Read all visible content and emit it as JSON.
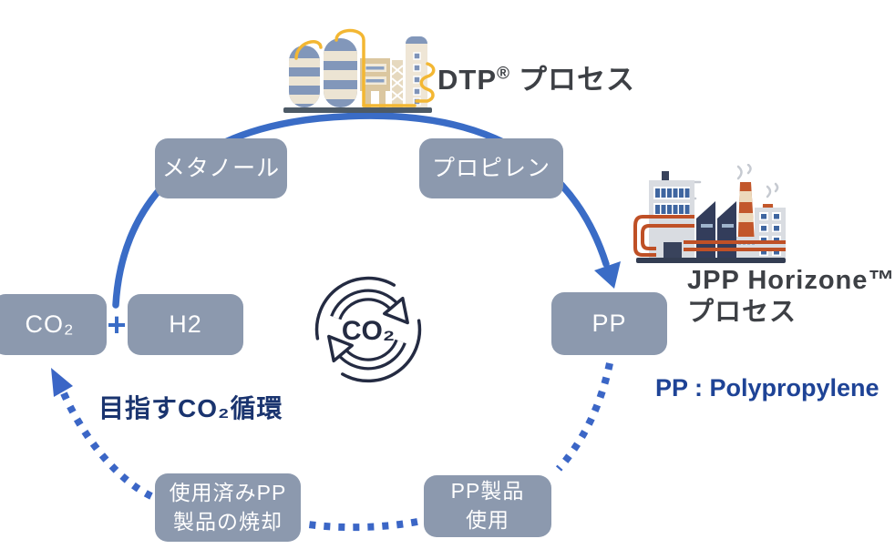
{
  "processes": {
    "dtp": {
      "name": "DTP",
      "mark": "®",
      "suffix": "プロセス"
    },
    "jpp": {
      "line1": "JPP Horizone™",
      "line2": "プロセス"
    }
  },
  "nodes": {
    "methanol": "メタノール",
    "propylene": "プロピレン",
    "co2": "CO₂",
    "h2": "H2",
    "pp": "PP",
    "waste_line1": "使用済みPP",
    "waste_line2": "製品の焼却",
    "use_line1": "PP製品",
    "use_line2": "使用"
  },
  "operators": {
    "plus": "+"
  },
  "center_icon": {
    "label": "CO₂"
  },
  "notes": {
    "pp_full_name": "PP : Polypropylene",
    "goal": "目指すCO₂循環"
  },
  "colors": {
    "box_fill": "#8c99ae",
    "box_text": "#ffffff",
    "solid_arrow_blue": "#3a6cc6",
    "dotted_arrow_blue": "#3b66c6",
    "pp_note_blue": "#1e4396",
    "goal_navy": "#1a346f",
    "process_label_gray": "#3d4045",
    "icon_navy": "#242b42"
  }
}
